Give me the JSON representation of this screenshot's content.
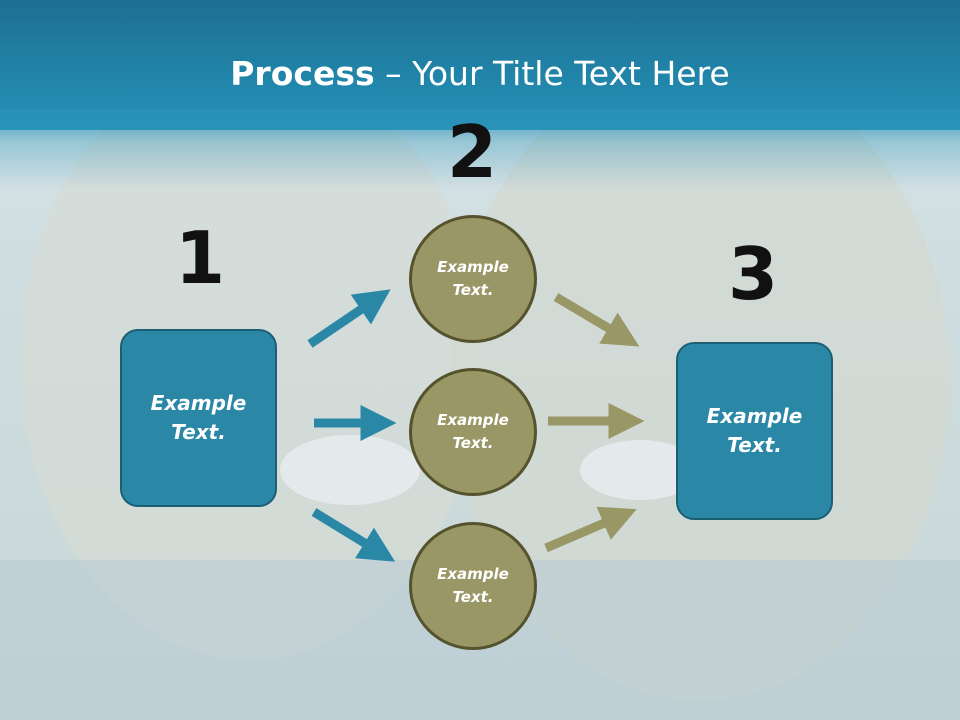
{
  "title": {
    "bold": "Process",
    "rest": " – Your Title Text Here"
  },
  "steps": {
    "one": "1",
    "two": "2",
    "three": "3"
  },
  "box_left": {
    "text": "Example Text."
  },
  "box_right": {
    "text": "Example Text."
  },
  "circles": [
    {
      "text": "Example Text."
    },
    {
      "text": "Example Text."
    },
    {
      "text": "Example Text."
    }
  ],
  "colors": {
    "header": "#2288ad",
    "box": "#2a88a6",
    "circle": "#9a9766",
    "arrow_blue": "#2a88a6",
    "arrow_olive": "#9a9766"
  }
}
